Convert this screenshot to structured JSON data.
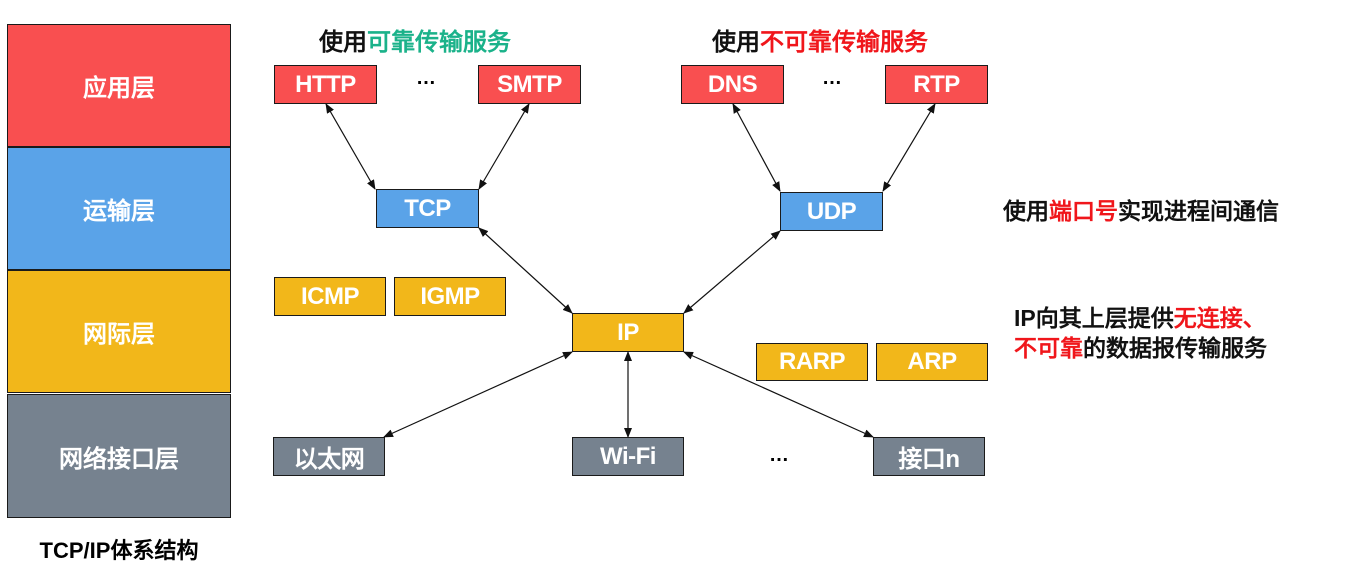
{
  "layers": {
    "application": "应用层",
    "transport": "运输层",
    "internet": "网际层",
    "network_interface": "网络接口层"
  },
  "caption": "TCP/IP体系结构",
  "headings": {
    "reliable": {
      "prefix": "使用",
      "highlight": "可靠传输服务"
    },
    "unreliable": {
      "prefix": "使用",
      "highlight": "不可靠传输服务"
    }
  },
  "protocols": {
    "http": "HTTP",
    "smtp": "SMTP",
    "dns": "DNS",
    "rtp": "RTP",
    "tcp": "TCP",
    "udp": "UDP",
    "icmp": "ICMP",
    "igmp": "IGMP",
    "ip": "IP",
    "rarp": "RARP",
    "arp": "ARP",
    "ethernet": "以太网",
    "wifi": "Wi-Fi",
    "interface_n": "接口n"
  },
  "ellipsis": "…",
  "notes": {
    "port": {
      "prefix": "使用",
      "highlight": "端口号",
      "suffix": "实现进程间通信"
    },
    "ip_service": {
      "line1_prefix": "IP向其上层提供",
      "line1_highlight": "无连接、",
      "line2_highlight": "不可靠",
      "line2_suffix": "的数据报传输服务"
    }
  },
  "colors": {
    "application": "#F94F50",
    "transport": "#5AA3E8",
    "internet": "#F2B71A",
    "network_interface": "#76828F",
    "reliable_highlight": "#1BB28A",
    "unreliable_highlight": "#F0161B"
  }
}
